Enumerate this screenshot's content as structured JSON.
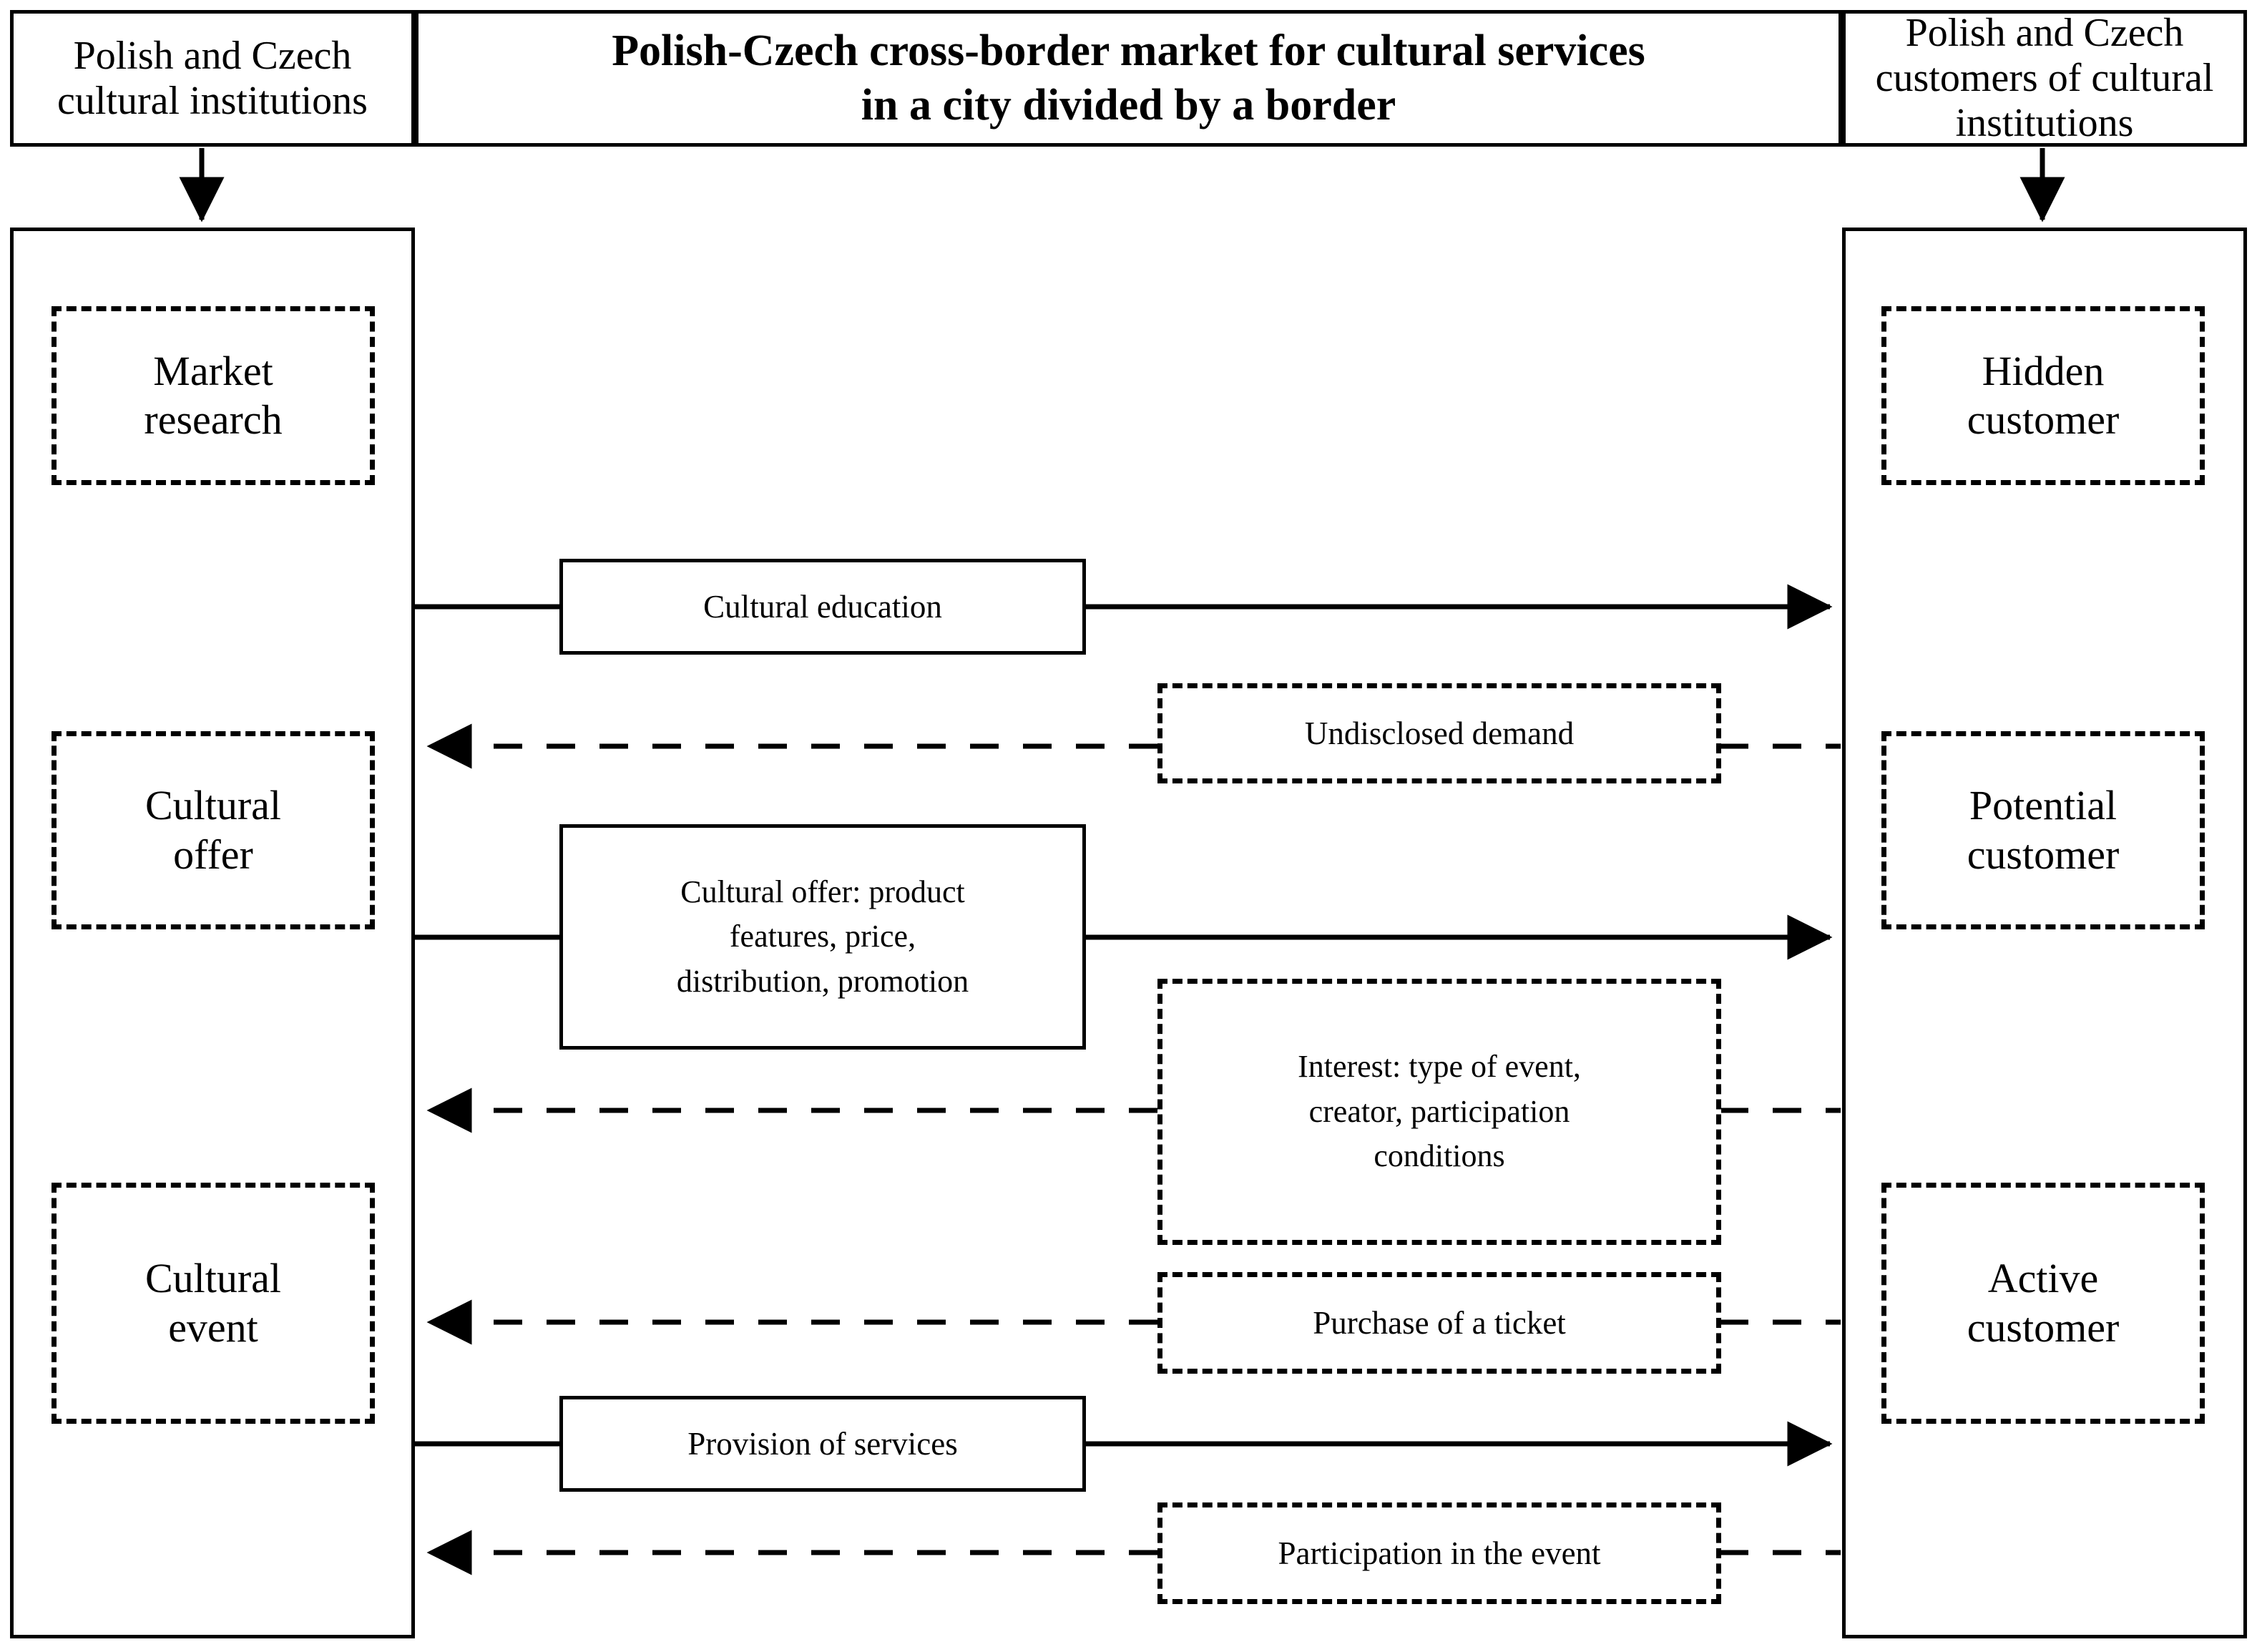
{
  "header": {
    "left_box": "Polish and Czech cultural institutions",
    "title": "Polish-Czech cross-border market for cultural services in a city divided by a border",
    "title_line1": "Polish-Czech cross-border market for cultural services",
    "title_line2": "in a city divided by a border",
    "right_box": "Polish and Czech customers of cultural institutions"
  },
  "left_column": {
    "name": "Polish and Czech cultural institutions",
    "items": [
      {
        "label": "Market research",
        "line1": "Market",
        "line2": "research"
      },
      {
        "label": "Cultural offer",
        "line1": "Cultural",
        "line2": "offer"
      },
      {
        "label": "Cultural event",
        "line1": "Cultural",
        "line2": "event"
      }
    ]
  },
  "right_column": {
    "name": "Polish and Czech customers of cultural institutions",
    "items": [
      {
        "label": "Hidden customer",
        "line1": "Hidden",
        "line2": "customer"
      },
      {
        "label": "Potential customer",
        "line1": "Potential",
        "line2": "customer"
      },
      {
        "label": "Active customer",
        "line1": "Active",
        "line2": "customer"
      }
    ]
  },
  "flows": {
    "supply": [
      {
        "label": "Cultural education",
        "style": "solid",
        "direction": "left-to-right"
      },
      {
        "label": "Cultural offer: product features, price, distribution, promotion",
        "line1": "Cultural offer: product",
        "line2": "features, price,",
        "line3": "distribution, promotion",
        "style": "solid",
        "direction": "left-to-right"
      },
      {
        "label": "Provision of services",
        "style": "solid",
        "direction": "left-to-right"
      }
    ],
    "demand": [
      {
        "label": "Undisclosed demand",
        "style": "dashed",
        "direction": "right-to-left"
      },
      {
        "label": "Interest: type of event, creator, participation conditions",
        "line1": "Interest: type of event,",
        "line2": "creator, participation",
        "line3": "conditions",
        "style": "dashed",
        "direction": "right-to-left"
      },
      {
        "label": "Purchase of a ticket",
        "style": "dashed",
        "direction": "right-to-left"
      },
      {
        "label": "Participation in the event",
        "style": "dashed",
        "direction": "right-to-left"
      }
    ]
  },
  "colors": {
    "stroke": "#000000",
    "background": "#ffffff"
  }
}
